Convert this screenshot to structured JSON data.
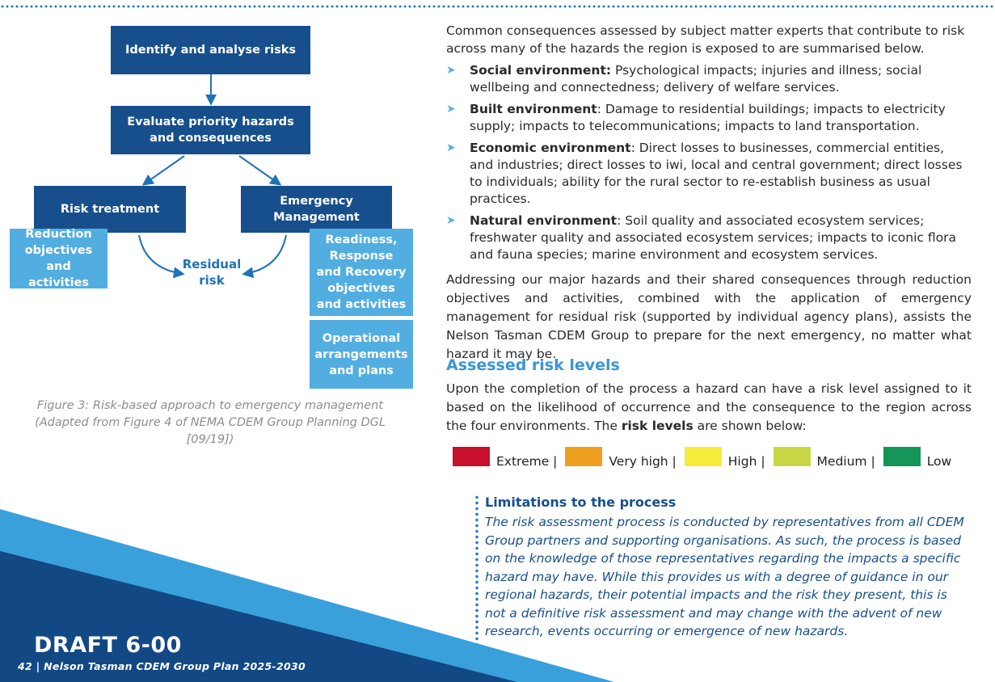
{
  "diagram": {
    "identify": "Identify and analyse risks",
    "evaluate": "Evaluate priority hazards and consequences",
    "risk_treatment": "Risk treatment",
    "emergency_management": "Emergency Management",
    "reduction": "Reduction objectives and activities",
    "readiness": "Readiness, Response and Recovery objectives and activities",
    "operational": "Operational arrangements and plans",
    "residual": "Residual risk",
    "colors": {
      "dark_box": "#174f8d",
      "light_box": "#52aee0",
      "arrow": "#1f72b7"
    }
  },
  "caption": {
    "line1": "Figure 3: Risk-based approach to emergency management",
    "line2": "(Adapted from Figure 4 of NEMA CDEM Group Planning DGL",
    "line3": "[09/19])"
  },
  "intro": "Common consequences assessed by subject matter experts that contribute to risk across many of the hazards the region is exposed to are summarised below.",
  "bullets": [
    {
      "term": "Social environment:",
      "text": " Psychological impacts; injuries and illness; social wellbeing and connectedness; delivery of welfare services."
    },
    {
      "term": "Built environment",
      "text": ": Damage to residential buildings; impacts to electricity supply; impacts to telecommunications; impacts to land transportation."
    },
    {
      "term": "Economic environment",
      "text": ": Direct losses to businesses, commercial entities, and industries; direct losses to iwi, local and central government; direct losses to individuals; ability for the rural sector to re-establish business as usual practices."
    },
    {
      "term": "Natural environment",
      "text": ": Soil quality and associated ecosystem services; freshwater quality and associated ecosystem services; impacts to iconic flora and fauna species; marine environment and ecosystem services."
    }
  ],
  "addressing": "Addressing our major hazards and their shared consequences through reduction objectives and activities, combined with the application of emergency management for residual risk (supported by individual agency plans), assists the Nelson Tasman CDEM Group to prepare for the next emergency, no matter what hazard it may be.",
  "assessed_heading": "Assessed risk levels",
  "levels_par": {
    "pre": "Upon the completion of the process a hazard can have a risk level assigned to it based on the likelihood of occurrence and the consequence to the region across the four environments. The ",
    "bold": "risk levels",
    "post": " are shown below:"
  },
  "legend": [
    {
      "label": "Extreme |",
      "color": "#c8102e"
    },
    {
      "label": "Very high |",
      "color": "#f0a020"
    },
    {
      "label": "High |",
      "color": "#f7ec3a"
    },
    {
      "label": "Medium |",
      "color": "#c8d845"
    },
    {
      "label": "Low",
      "color": "#14955a"
    }
  ],
  "limitations": {
    "title": "Limitations to the process",
    "text": "The risk assessment process is conducted by representatives from all CDEM Group partners and supporting organisations. As such, the process is based on the knowledge of those representatives regarding the impacts a specific hazard may have. While this provides us with a degree of guidance in our regional hazards, their potential impacts and the risk they present, this is not a definitive risk assessment and may change with the advent of new research, events occurring or emergence of new hazards."
  },
  "footer": {
    "draft": "DRAFT 6-00",
    "page_info": "42 | Nelson Tasman CDEM Group Plan 2025-2030"
  }
}
